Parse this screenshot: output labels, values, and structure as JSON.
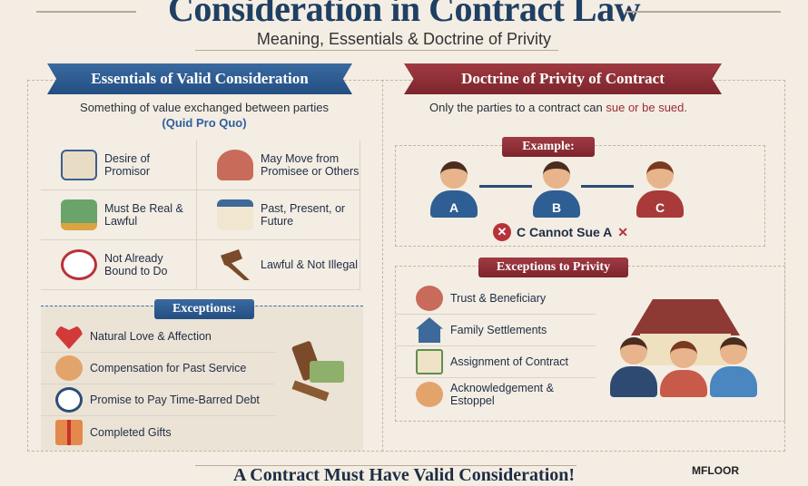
{
  "header": {
    "title": "Consideration in Contract Law",
    "subtitle": "Meaning, Essentials & Doctrine of Privity"
  },
  "left": {
    "heading": "Essentials of Valid Consideration",
    "tagline": "Something of value exchanged between parties",
    "tagline2": "(Quid Pro Quo)",
    "essentials": [
      {
        "label": "Desire of Promisor",
        "icon": "hand-document-icon"
      },
      {
        "label": "May Move from Promisee or Others",
        "icon": "people-icon"
      },
      {
        "label": "Must Be Real & Lawful",
        "icon": "money-check-icon"
      },
      {
        "label": "Past, Present, or Future",
        "icon": "calendar-icon"
      },
      {
        "label": "Not Already Bound to Do",
        "icon": "checklist-prohibited-icon"
      },
      {
        "label": "Lawful & Not Illegal",
        "icon": "gavel-icon"
      }
    ],
    "exceptions_heading": "Exceptions:",
    "exceptions": [
      {
        "label": "Natural Love & Affection",
        "icon": "heart-icon"
      },
      {
        "label": "Compensation for Past Service",
        "icon": "handshake-icon"
      },
      {
        "label": "Promise to Pay Time-Barred Debt",
        "icon": "clock-icon"
      },
      {
        "label": "Completed Gifts",
        "icon": "gift-icon"
      }
    ]
  },
  "right": {
    "heading": "Doctrine of Privity of Contract",
    "tagline_start": "Only the parties to a contract can ",
    "tagline_emph": "sue or be sued.",
    "example_heading": "Example:",
    "parties": [
      "A",
      "B",
      "C"
    ],
    "cannot_sue": "C Cannot Sue A",
    "exceptions_heading": "Exceptions to Privity",
    "exceptions": [
      {
        "label": "Trust & Beneficiary",
        "icon": "people-icon"
      },
      {
        "label": "Family Settlements",
        "icon": "house-icon"
      },
      {
        "label": "Assignment of Contract",
        "icon": "document-check-icon"
      },
      {
        "label": "Acknowledgement & Estoppel",
        "icon": "handshake-icon"
      }
    ]
  },
  "footer": {
    "text": "A Contract Must Have Valid Consideration!",
    "brand": "MFLOOR"
  },
  "colors": {
    "blue": "#234e82",
    "red": "#7e252d",
    "title": "#1f3f63",
    "background": "#f3ede3"
  }
}
